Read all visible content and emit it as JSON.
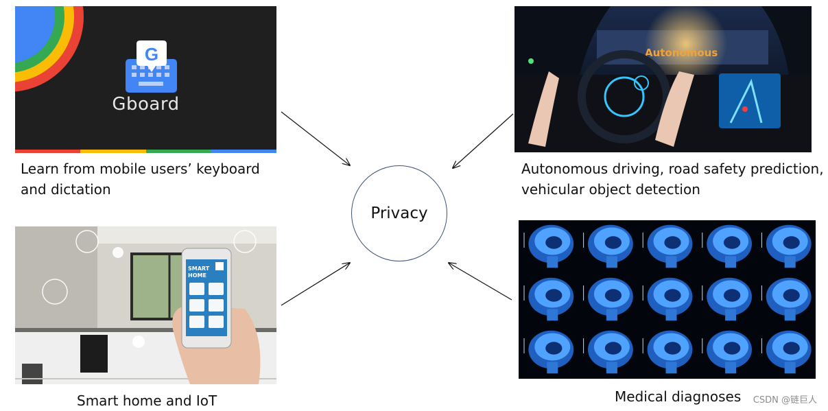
{
  "center": {
    "label": "Privacy"
  },
  "panels": {
    "gboard": {
      "logo_text": "Gboard",
      "caption_line1": "Learn from mobile users’ keyboard",
      "caption_line2": "and dictation",
      "brand_colors": [
        "#4285F4",
        "#EA4335",
        "#FBBC05",
        "#34A853"
      ]
    },
    "driving": {
      "hud_text": "Autonomous",
      "caption_line1": "Autonomous driving, road safety prediction,",
      "caption_line2": "vehicular object detection"
    },
    "smart_home": {
      "phone_text_line1": "SMART",
      "phone_text_line2": "HOME",
      "caption": "Smart home and IoT"
    },
    "medical": {
      "caption": "Medical diagnoses",
      "scan_rows": 3,
      "scan_cols": 5
    }
  },
  "watermark": "CSDN @链巨人"
}
